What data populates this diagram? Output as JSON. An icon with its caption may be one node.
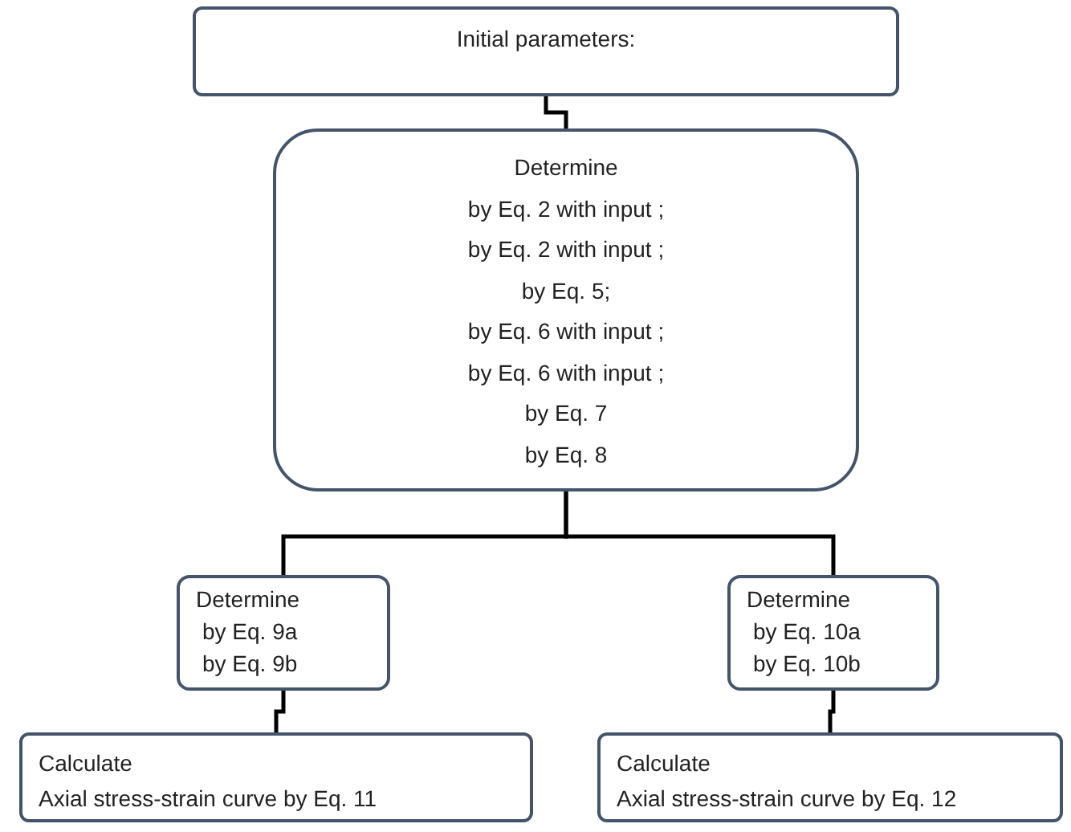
{
  "diagram": {
    "nodes": [
      {
        "text": [
          "Initial parameters:"
        ]
      },
      {
        "text": [
          "Determine",
          "by Eq. 2 with input ;",
          "by Eq. 2 with input ;",
          "by Eq. 5;",
          "by Eq. 6 with input ;",
          "by Eq. 6 with input ;",
          "by Eq. 7",
          "by Eq. 8"
        ]
      },
      {
        "text": [
          "Determine",
          "by Eq. 9a",
          "by Eq. 9b"
        ]
      },
      {
        "text": [
          "Determine",
          "by Eq. 10a",
          "by Eq. 10b"
        ]
      },
      {
        "text": [
          "Calculate",
          "Axial stress-strain curve by Eq. 11"
        ]
      },
      {
        "text": [
          "Calculate",
          "Axial stress-strain curve by Eq. 12"
        ]
      }
    ],
    "edges": [
      {
        "from": 0,
        "to": 1,
        "arrow": "none"
      },
      {
        "from": 1,
        "to": 2,
        "arrow": "none"
      },
      {
        "from": 1,
        "to": 3,
        "arrow": "none"
      },
      {
        "from": 2,
        "to": 4,
        "arrow": "none"
      },
      {
        "from": 3,
        "to": 5,
        "arrow": "none"
      }
    ]
  }
}
